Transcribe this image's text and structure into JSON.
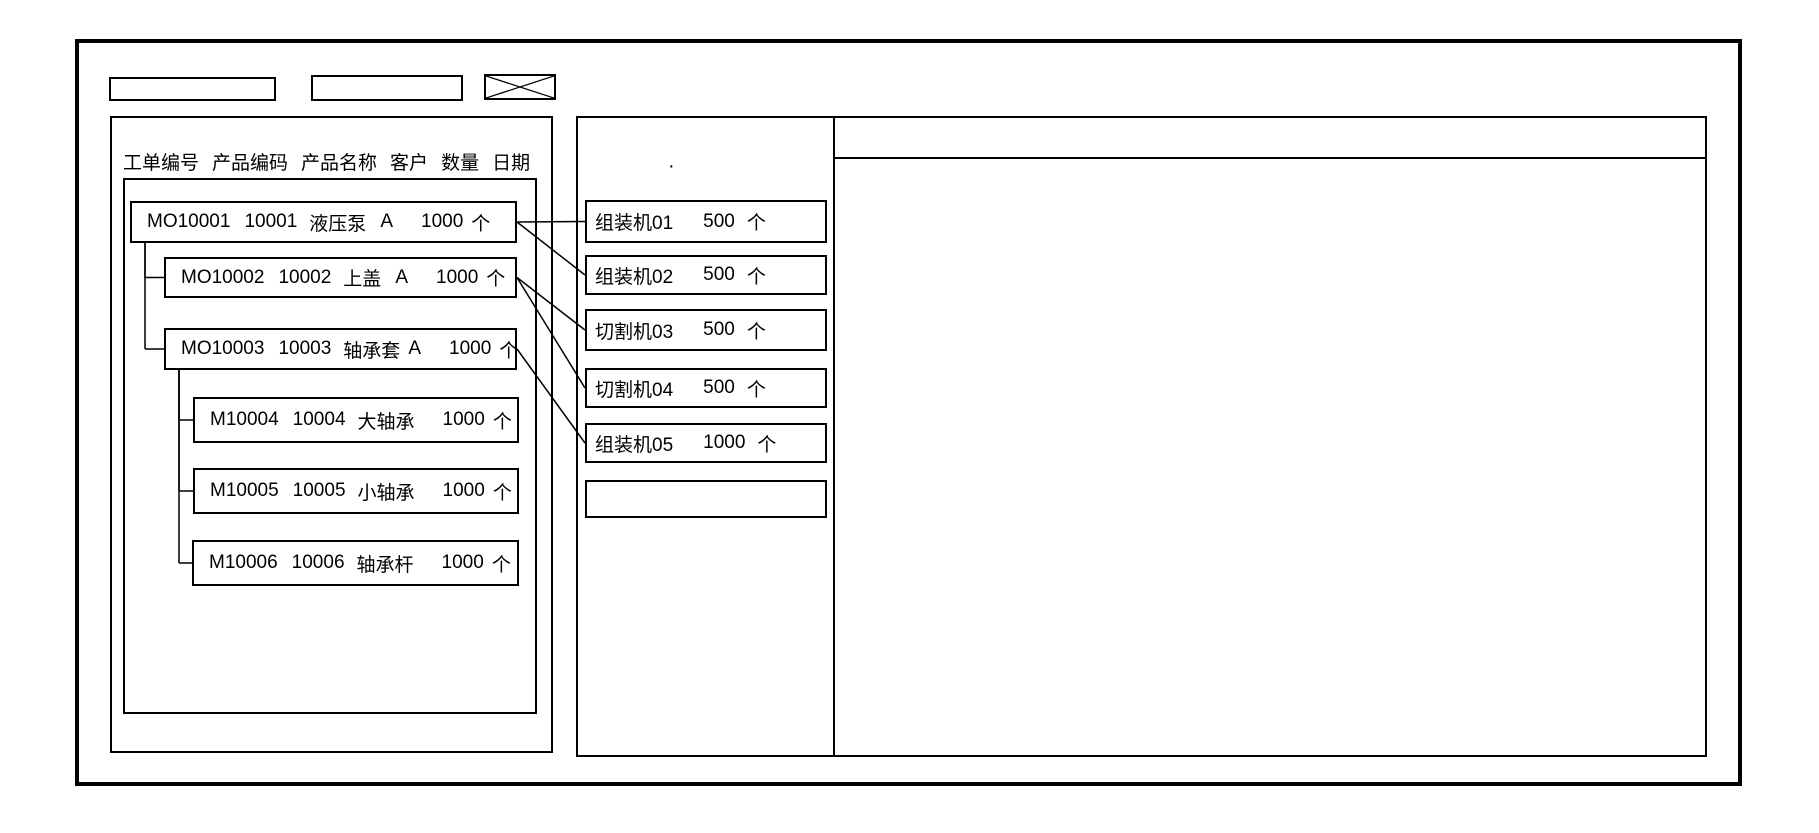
{
  "window": {
    "kind": "wireframe-window",
    "accent_color": "#000000",
    "background_color": "#ffffff"
  },
  "toolbar": {
    "input1_value": "",
    "input2_value": "",
    "image_placeholder_icon": "x-crossed-box"
  },
  "left_panel": {
    "headers": [
      "工单编号",
      "产品编码",
      "产品名称",
      "客户",
      "数量",
      "日期"
    ],
    "work_orders": [
      {
        "order_no": "MO10001",
        "product_code": "10001",
        "product_name": "液压泵",
        "customer": "A",
        "qty": "1000",
        "unit": "个",
        "parent": null
      },
      {
        "order_no": "MO10002",
        "product_code": "10002",
        "product_name": "上盖",
        "customer": "A",
        "qty": "1000",
        "unit": "个",
        "parent": "MO10001"
      },
      {
        "order_no": "MO10003",
        "product_code": "10003",
        "product_name": "轴承套",
        "customer": "A",
        "qty": "1000",
        "unit": "个",
        "parent": "MO10001"
      },
      {
        "order_no": "M10004",
        "product_code": "10004",
        "product_name": "大轴承",
        "customer": "",
        "qty": "1000",
        "unit": "个",
        "parent": "MO10003"
      },
      {
        "order_no": "M10005",
        "product_code": "10005",
        "product_name": "小轴承",
        "customer": "",
        "qty": "1000",
        "unit": "个",
        "parent": "MO10003"
      },
      {
        "order_no": "M10006",
        "product_code": "10006",
        "product_name": "轴承杆",
        "customer": "",
        "qty": "1000",
        "unit": "个",
        "parent": "MO10003"
      }
    ]
  },
  "machine_panel": {
    "dot_mark": "·",
    "machines": [
      {
        "name": "组装机01",
        "qty": "500",
        "unit": "个"
      },
      {
        "name": "组装机02",
        "qty": "500",
        "unit": "个"
      },
      {
        "name": "切割机03",
        "qty": "500",
        "unit": "个"
      },
      {
        "name": "切割机04",
        "qty": "500",
        "unit": "个"
      },
      {
        "name": "组装机05",
        "qty": "1000",
        "unit": "个"
      },
      {
        "name": "",
        "qty": "",
        "unit": ""
      }
    ]
  },
  "right_panel": {
    "content": ""
  },
  "connections": [
    {
      "from": "MO10001",
      "to": "组装机01"
    },
    {
      "from": "MO10001",
      "to": "组装机02"
    },
    {
      "from": "MO10002",
      "to": "切割机03"
    },
    {
      "from": "MO10002",
      "to": "切割机04"
    },
    {
      "from": "MO10003",
      "to": "组装机05"
    }
  ]
}
